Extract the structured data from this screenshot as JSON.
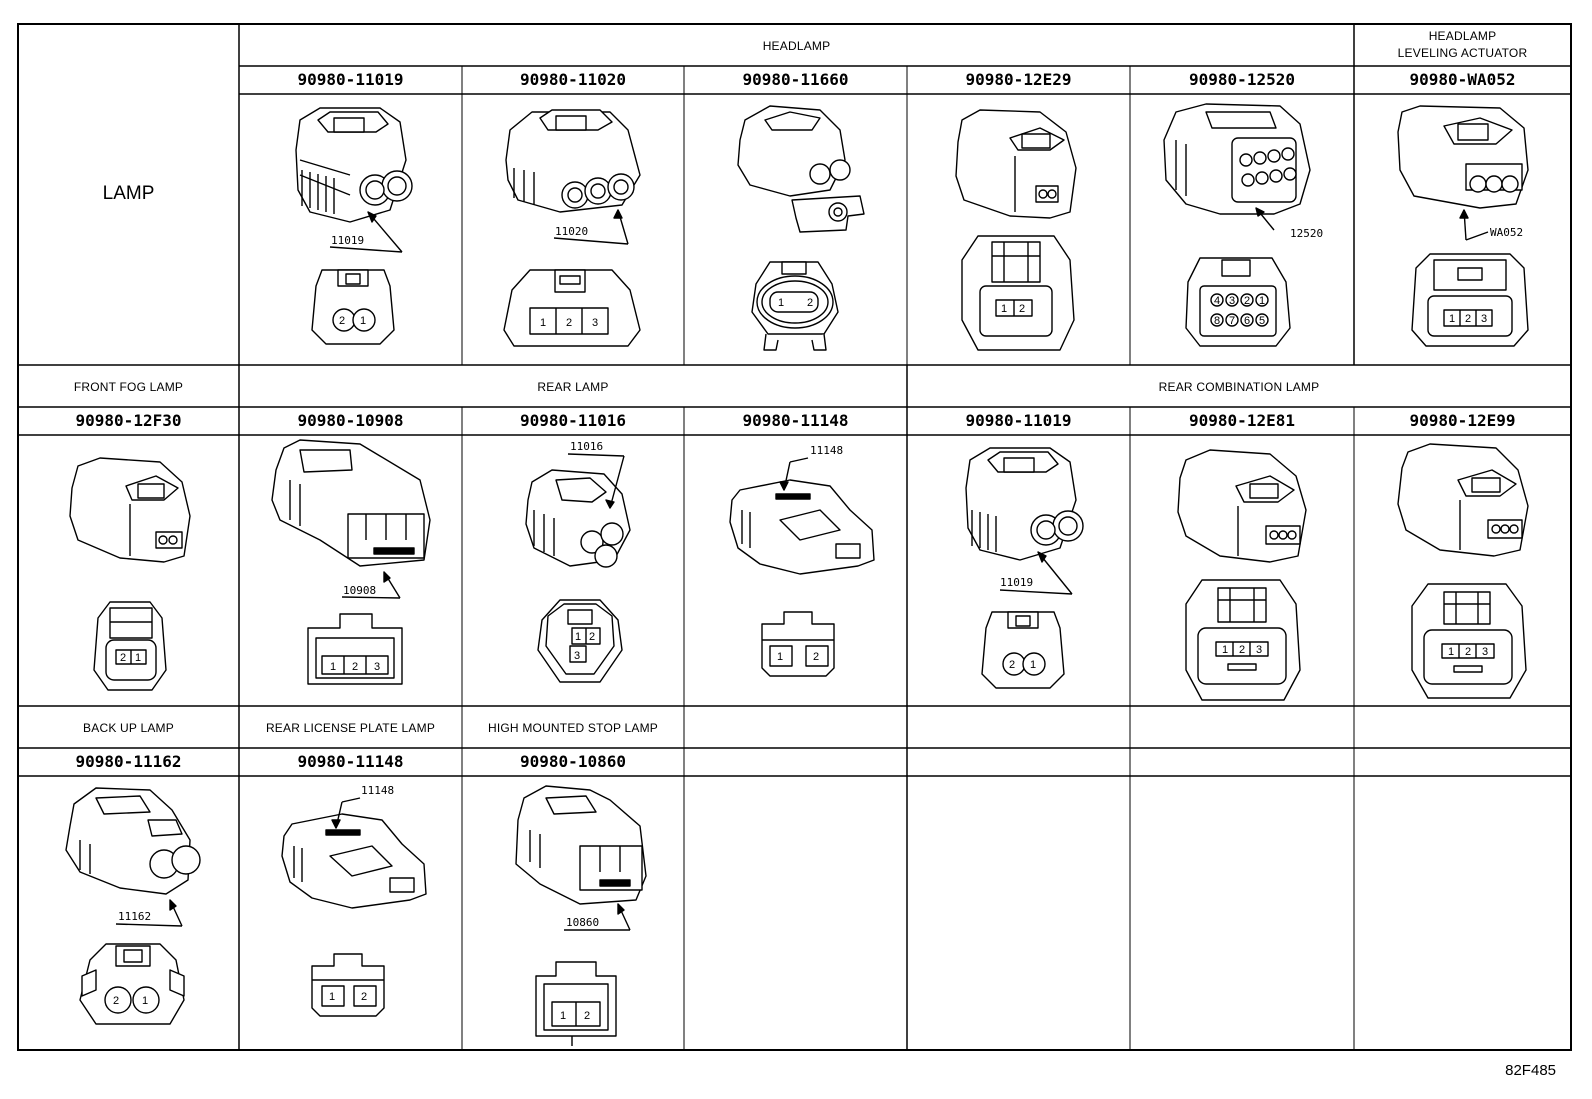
{
  "lamp_label": "LAMP",
  "drawing_number": "82F485",
  "groups": {
    "headlamp": "HEADLAMP",
    "headlamp_leveling_line1": "HEADLAMP",
    "headlamp_leveling_line2": "LEVELING ACTUATOR",
    "front_fog_lamp": "FRONT FOG LAMP",
    "rear_lamp": "REAR LAMP",
    "rear_combination_lamp": "REAR COMBINATION LAMP",
    "back_up_lamp": "BACK UP LAMP",
    "rear_license_plate_lamp": "REAR LICENSE PLATE LAMP",
    "high_mounted_stop_lamp": "HIGH MOUNTED STOP LAMP"
  },
  "row1": [
    {
      "part": "90980-11019",
      "code": "11019",
      "pins": [
        "2",
        "1"
      ]
    },
    {
      "part": "90980-11020",
      "code": "11020",
      "pins": [
        "1",
        "2",
        "3"
      ]
    },
    {
      "part": "90980-11660",
      "code": "",
      "pins": [
        "1",
        "2"
      ]
    },
    {
      "part": "90980-12E29",
      "code": "",
      "pins": [
        "1",
        "2"
      ]
    },
    {
      "part": "90980-12520",
      "code": "12520",
      "pins": [
        "4",
        "3",
        "2",
        "1",
        "8",
        "7",
        "6",
        "5"
      ]
    },
    {
      "part": "90980-WA052",
      "code": "WA052",
      "pins": [
        "1",
        "2",
        "3"
      ]
    }
  ],
  "row2": [
    {
      "part": "90980-12F30",
      "code": "",
      "pins": [
        "2",
        "1"
      ]
    },
    {
      "part": "90980-10908",
      "code": "10908",
      "pins": [
        "1",
        "2",
        "3"
      ]
    },
    {
      "part": "90980-11016",
      "code": "11016",
      "pins": [
        "1",
        "2",
        "3"
      ]
    },
    {
      "part": "90980-11148",
      "code": "11148",
      "pins": [
        "1",
        "2"
      ]
    },
    {
      "part": "90980-11019",
      "code": "11019",
      "pins": [
        "2",
        "1"
      ]
    },
    {
      "part": "90980-12E81",
      "code": "",
      "pins": [
        "1",
        "2",
        "3"
      ]
    },
    {
      "part": "90980-12E99",
      "code": "",
      "pins": [
        "1",
        "2",
        "3"
      ]
    }
  ],
  "row3": [
    {
      "part": "90980-11162",
      "code": "11162",
      "pins": [
        "2",
        "1"
      ]
    },
    {
      "part": "90980-11148",
      "code": "11148",
      "pins": [
        "1",
        "2"
      ]
    },
    {
      "part": "90980-10860",
      "code": "10860",
      "pins": [
        "1",
        "2"
      ]
    }
  ]
}
